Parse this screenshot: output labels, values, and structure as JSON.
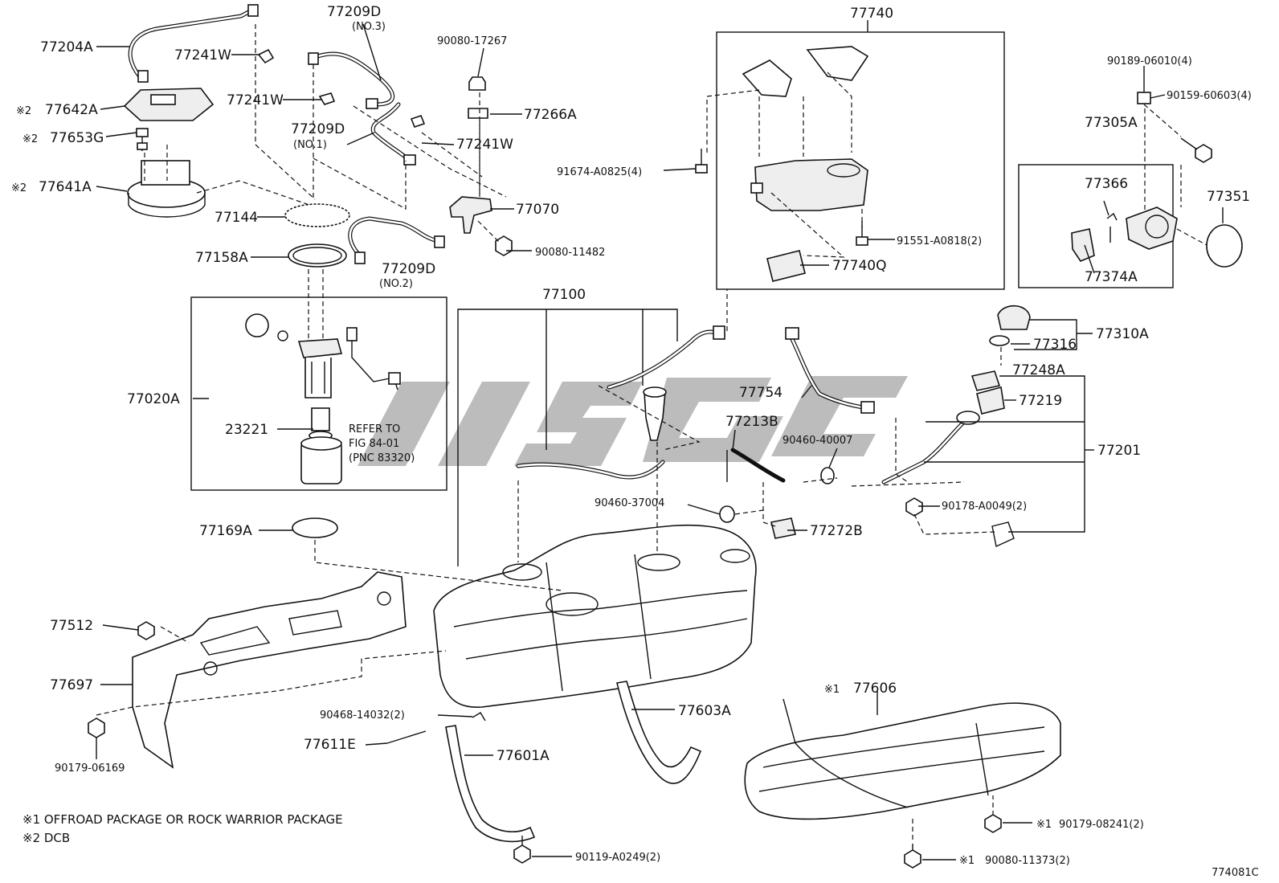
{
  "labels": {
    "p77204A": "77204A",
    "p77241W_a": "77241W",
    "p77209D_no3": "77209D",
    "no3": "(NO.3)",
    "p90080_17267": "90080-17267",
    "p77740": "77740",
    "p90189_06010": "90189-06010(4)",
    "p90159_60603": "90159-60603(4)",
    "p77642A": "77642A",
    "p77241W_b": "77241W",
    "p77266A": "77266A",
    "p77209D_no1": "77209D",
    "no1": "(NO.1)",
    "p77653G": "77653G",
    "p77241W_c": "77241W",
    "p91674_A0825": "91674-A0825(4)",
    "p77305A": "77305A",
    "p77366": "77366",
    "p77351": "77351",
    "p77641A": "77641A",
    "p77070": "77070",
    "p77144": "77144",
    "p91551_A0818": "91551-A0818(2)",
    "p90080_11482": "90080-11482",
    "p77158A": "77158A",
    "p77740Q": "77740Q",
    "p77209D_no2": "77209D",
    "no2": "(NO.2)",
    "p77374A": "77374A",
    "p77100": "77100",
    "p77310A": "77310A",
    "p77316": "77316",
    "p77248A": "77248A",
    "p77020A": "77020A",
    "p77754": "77754",
    "p77219": "77219",
    "p77213B": "77213B",
    "p23221": "23221",
    "refer1": "REFER TO",
    "refer2": "FIG 84-01",
    "refer3": "(PNC 83320)",
    "p90460_40007": "90460-40007",
    "p77201": "77201",
    "p90460_37004": "90460-37004",
    "p90178_A0049": "90178-A0049(2)",
    "p77169A": "77169A",
    "p77272B": "77272B",
    "p77512": "77512",
    "p77697": "77697",
    "p77606": "77606",
    "p90468_14032": "90468-14032(2)",
    "p77603A": "77603A",
    "p77611E": "77611E",
    "p77601A": "77601A",
    "p90179_06169": "90179-06169",
    "p90179_08241": "90179-08241(2)",
    "p90119_A0249": "90119-A0249(2)",
    "p90080_11373": "90080-11373(2)",
    "mark1": "※1",
    "mark2": "※2",
    "note1": "※1 OFFROAD PACKAGE OR ROCK WARRIOR PACKAGE",
    "note2": "※2 DCB",
    "figcode": "774081C"
  },
  "colors": {
    "ink": "#111111",
    "watermark": "#b5b5b5"
  }
}
